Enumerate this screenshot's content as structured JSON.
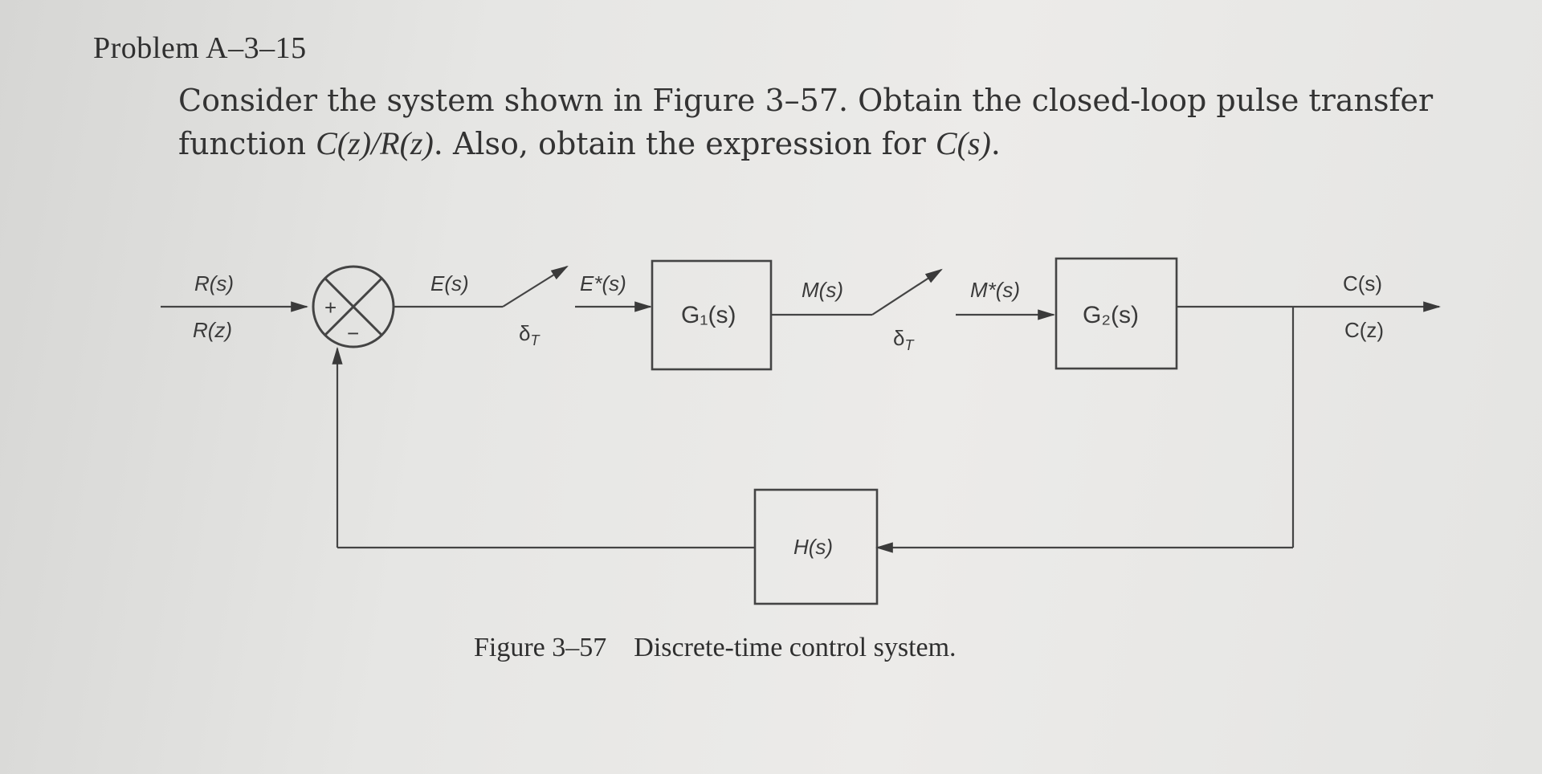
{
  "problem": {
    "title": "Problem A–3–15",
    "line1_prefix": "Consider the system shown in Figure 3–57. Obtain the closed-loop pulse transfer",
    "line2_a": "function ",
    "line2_ratio": "C(z)/R(z)",
    "line2_b": ". Also, obtain the expression for ",
    "line2_cs": "C(s)",
    "line2_c": "."
  },
  "diagram": {
    "input_label_s": "R(s)",
    "input_label_z": "R(z)",
    "sum_plus": "+",
    "sum_minus": "−",
    "error_label": "E(s)",
    "sampled_error_label": "E*(s)",
    "sampler1_label": "δ",
    "sampler1_sub": "T",
    "block_g1": "G₁(s)",
    "m_label": "M(s)",
    "sampler2_label": "δ",
    "sampler2_sub": "T",
    "sampled_m_label": "M*(s)",
    "block_g2": "G₂(s)",
    "output_label_s": "C(s)",
    "output_label_z": "C(z)",
    "block_h": "H(s)"
  },
  "caption": {
    "number": "Figure 3–57",
    "text": "Discrete-time control system."
  }
}
